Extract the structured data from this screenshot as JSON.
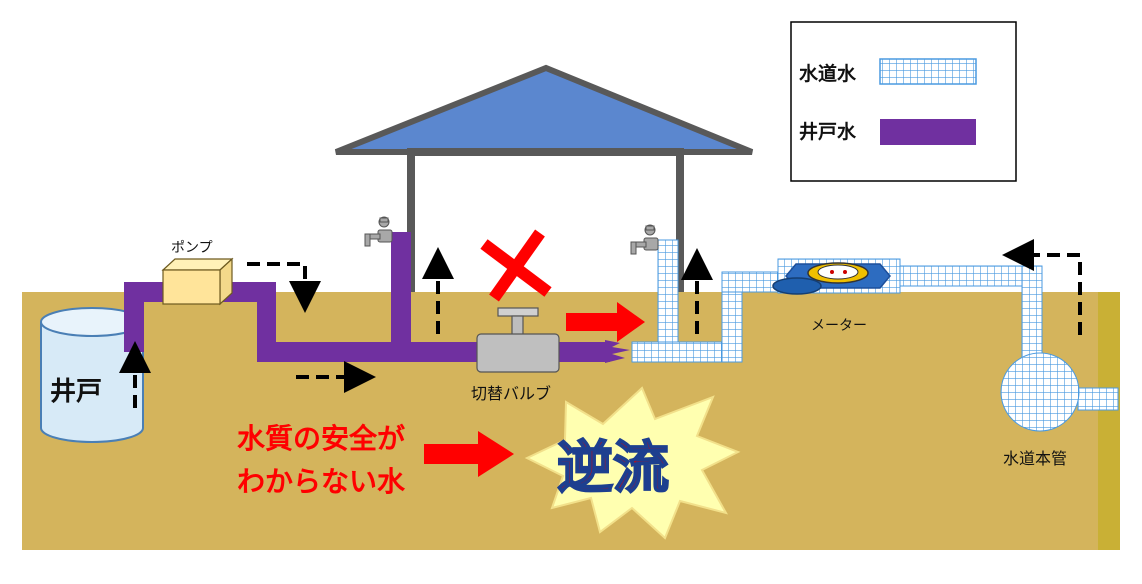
{
  "legend": {
    "tap_water": "水道水",
    "well_water": "井戸水"
  },
  "labels": {
    "well": "井戸",
    "pump": "ポンプ",
    "valve": "切替バルブ",
    "meter": "メーター",
    "main_pipe": "水道本管",
    "backflow": "逆流",
    "unsafe_line1": "水質の安全が",
    "unsafe_line2": "わからない水"
  },
  "colors": {
    "ground": "#d4b45c",
    "roof": "#5b87cf",
    "well_water_pipe": "#7030a0",
    "tap_grid": "#5aa0e0",
    "alert_red": "#ff0000",
    "starburst": "#ffffb0"
  },
  "icons": [
    "faucet-icon",
    "faucet-icon",
    "x-mark-icon",
    "flow-arrow-icon",
    "meter-icon"
  ]
}
